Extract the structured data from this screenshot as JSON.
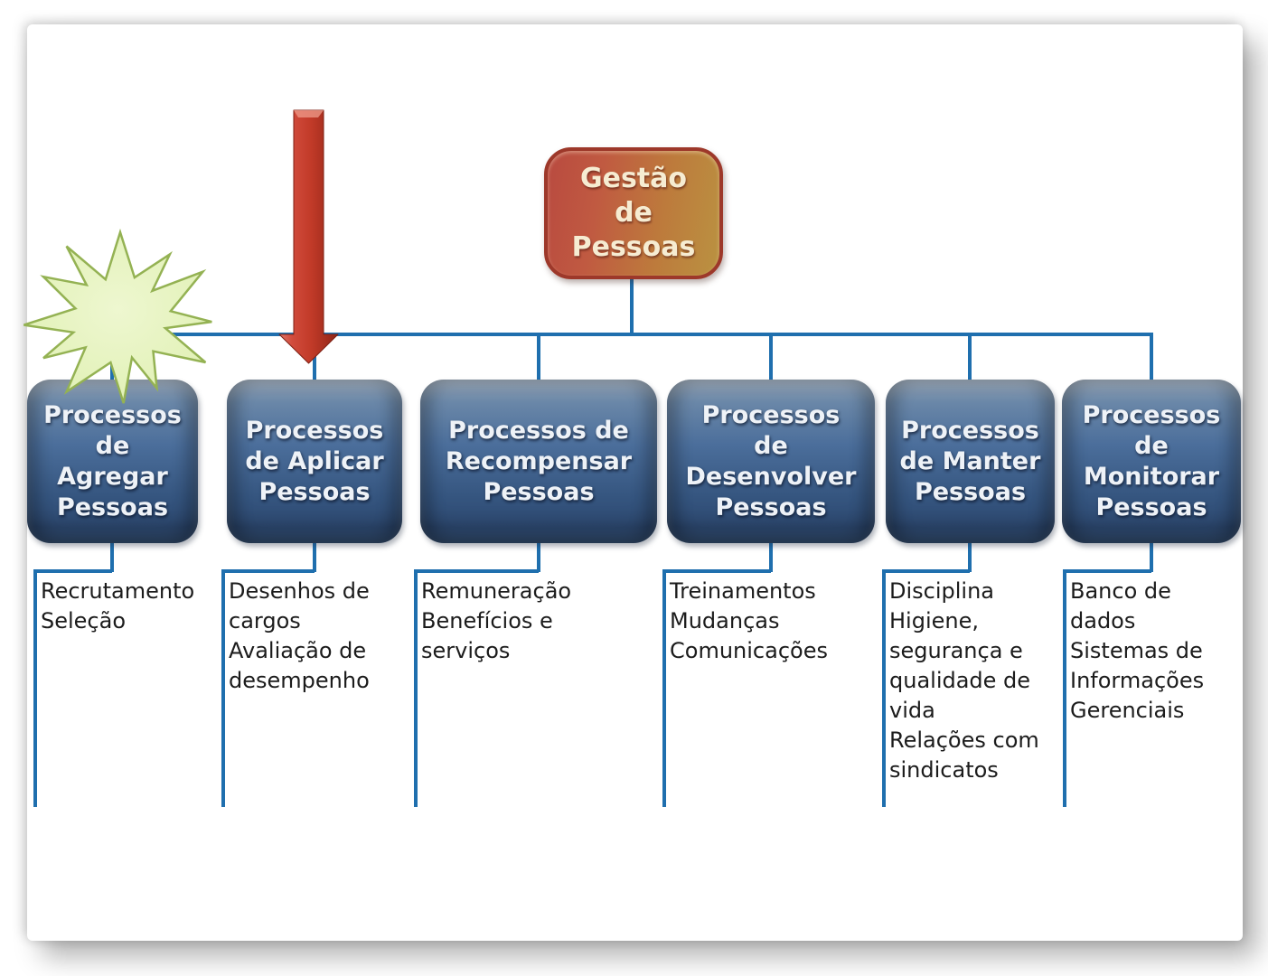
{
  "diagram": {
    "root": {
      "title": [
        "Gestão",
        "de",
        "Pessoas"
      ]
    },
    "boxes": [
      {
        "id": "agregar",
        "title": [
          "Processos",
          "de",
          "Agregar",
          "Pessoas"
        ],
        "items": [
          "Recrutamento",
          "Seleção"
        ]
      },
      {
        "id": "aplicar",
        "title": [
          "Processos",
          "de Aplicar",
          "Pessoas"
        ],
        "items": [
          "Desenhos de\ncargos",
          "Avaliação de\ndesempenho"
        ]
      },
      {
        "id": "recompensar",
        "title": [
          "Processos de",
          "Recompensar",
          "Pessoas"
        ],
        "items": [
          "Remuneração",
          "Benefícios e\nserviços"
        ]
      },
      {
        "id": "desenvolver",
        "title": [
          "Processos",
          "de",
          "Desenvolver",
          "Pessoas"
        ],
        "items": [
          "Treinamentos",
          "Mudanças",
          "Comunicações"
        ]
      },
      {
        "id": "manter",
        "title": [
          "Processos",
          "de Manter",
          "Pessoas"
        ],
        "items": [
          "Disciplina",
          "Higiene,\nsegurança e\nqualidade de\nvida",
          "Relações com\nsindicatos"
        ]
      },
      {
        "id": "monitorar",
        "title": [
          "Processos",
          "de",
          "Monitorar",
          "Pessoas"
        ],
        "items": [
          "Banco de\ndados",
          "Sistemas de\nInformações\nGerenciais"
        ]
      }
    ],
    "decorations": {
      "starburst": "pale-green starburst badge over first box",
      "down_arrow": "red 3D arrow pointing at second box"
    },
    "colors": {
      "connector_blue": "#1f6fae",
      "box_gradient_top": "#8fa0b2",
      "box_gradient_mid": "#44679a",
      "box_gradient_bottom": "#2e4a72",
      "box_title_text": "#eef2f7",
      "root_gradient_left": "#bc4a3e",
      "root_gradient_right": "#ba9241",
      "root_border": "#9d382a",
      "root_text": "#f6ecd2",
      "list_text": "#1c1c1c",
      "starburst_fill": "#e4f2bd",
      "starburst_stroke": "#94b253",
      "arrow_red": "#c13a28"
    }
  }
}
